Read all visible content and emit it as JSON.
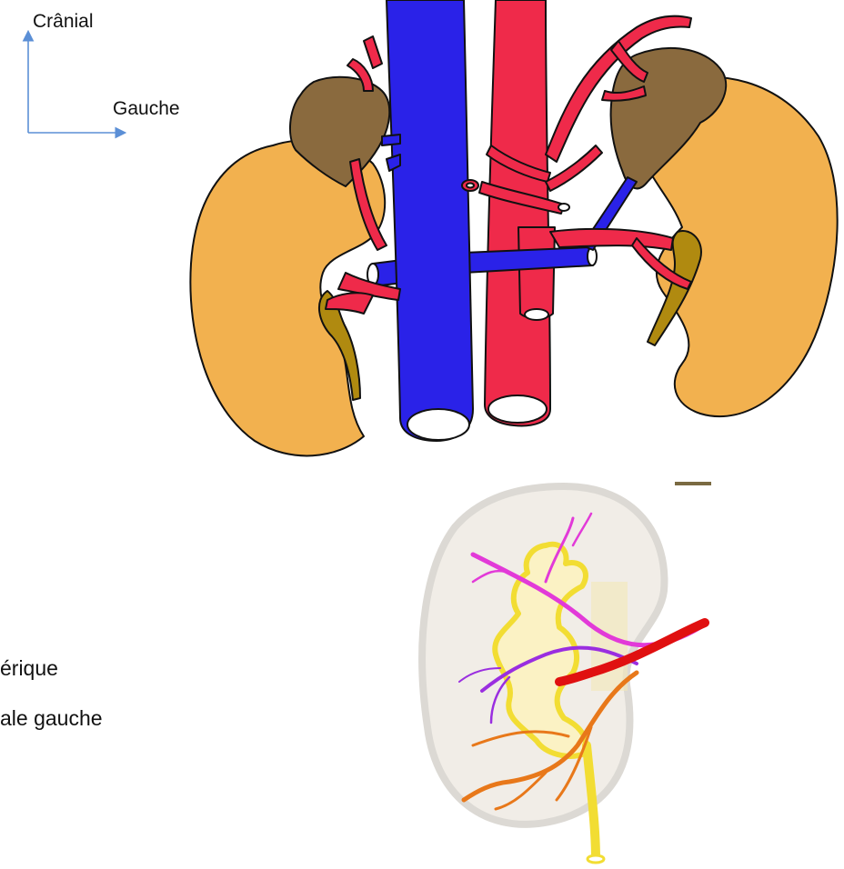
{
  "orientation": {
    "cranial_label": "Crânial",
    "left_label": "Gauche"
  },
  "left_text": {
    "line1": "érique",
    "line2": "ale gauche"
  },
  "colors": {
    "vena_cava": "#2a22e8",
    "aorta": "#ef2a4a",
    "kidney": "#f2b14f",
    "adrenal": "#8a6a3e",
    "ureter": "#b08a10",
    "axis_arrow": "#5b8fd6",
    "schema_yellow": "#f2dd33",
    "schema_magenta": "#e23ad8",
    "schema_purple": "#9a2ee0",
    "schema_red": "#e01010",
    "schema_orange": "#e8781a"
  },
  "icons": {
    "orientation": "axis-arrows-icon",
    "scale_bar": "scale-bar-icon"
  }
}
